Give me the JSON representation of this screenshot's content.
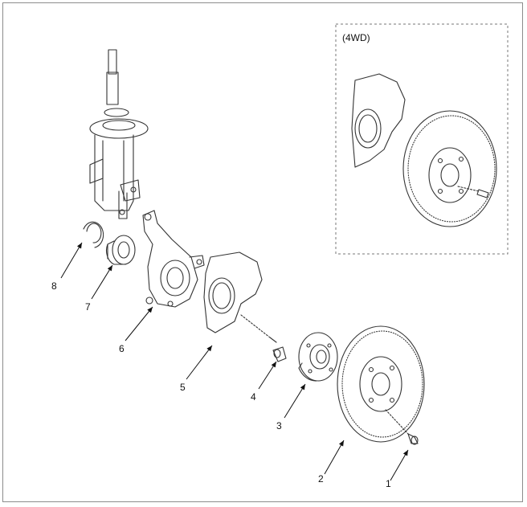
{
  "inset": {
    "title": "(4WD)"
  },
  "callouts": [
    "1",
    "2",
    "3",
    "4",
    "5",
    "6",
    "7",
    "8"
  ]
}
